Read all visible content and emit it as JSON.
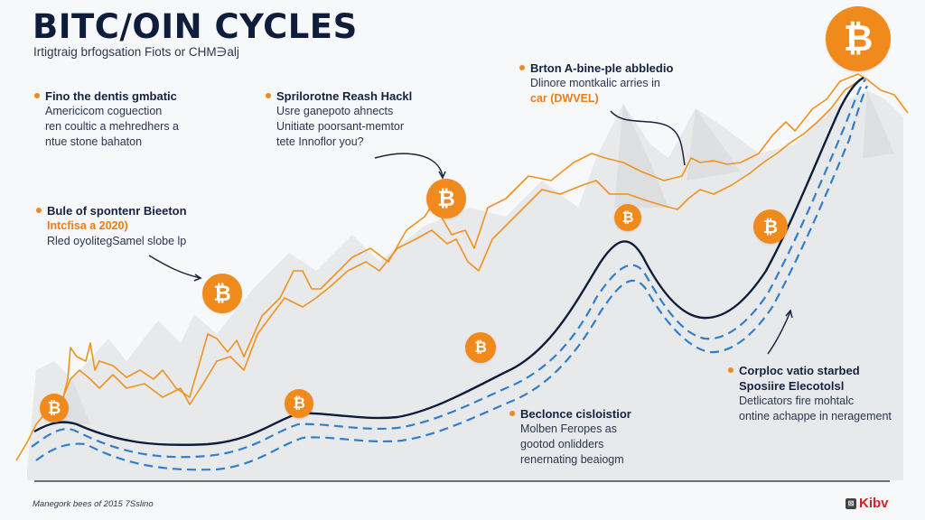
{
  "header": {
    "title": "BITC/OIN CYCLES",
    "subtitle": "Irtigtraig brfogsation Fiots or CHM∋alj"
  },
  "annotations": [
    {
      "id": "a1",
      "heading": "Fino the dentis gmbatic",
      "lines": [
        "Americicom coguection",
        "ren coultic a mehredhers a",
        "ntue stone bahaton"
      ]
    },
    {
      "id": "a2",
      "heading": "Sprilorotne Reash Hackl",
      "lines": [
        "Usre ganepoto ahnects",
        "Unitiate poorsant-memtor",
        "tete Innoflor you?"
      ]
    },
    {
      "id": "a3",
      "heading": "Brton A-bine-ple abbledio",
      "lines": [
        "Dlinore montkalic arries in"
      ],
      "highlight": "car (DWVEL)"
    },
    {
      "id": "a4",
      "heading": "Bule of spontenr Bieeton",
      "highlight": "Intcfisa a 2020)",
      "lines": [
        "Rled oyolitegSamel slobe lp"
      ]
    },
    {
      "id": "a5",
      "heading": "Beclonce cisloistior",
      "lines": [
        "Molben Feropes as",
        "gootod onlidders",
        "renernating beaiogm"
      ]
    },
    {
      "id": "a6",
      "heading": "Corploc vatio starbed",
      "heading2": "Sposiire Elecotolsl",
      "lines": [
        "Detlicators fire mohtalc",
        "ontine achappe in neragement"
      ]
    }
  ],
  "footer": {
    "note": "Manegork bees of 2015 7Sslino",
    "brand": "Kibv",
    "brand_icon": "⊠"
  },
  "icons": {
    "coin_symbol": "₿",
    "coin_names": [
      "bitcoin-coin-icon"
    ]
  },
  "colors": {
    "accent_orange": "#f08a1c",
    "navy": "#0f1d3d",
    "blue_dashed": "#2a74c0",
    "mountain_gray": "#e3e4e6",
    "background": "#f7f8fa"
  },
  "chart_data": {
    "type": "line",
    "title": "BITC/OIN CYCLES",
    "subtitle": "Irtigtraig brfogsation Fiots or CHM∋alj",
    "xlabel": "",
    "ylabel": "",
    "grid": false,
    "legend": "none",
    "x": [
      0,
      50,
      100,
      150,
      200,
      250,
      300,
      350,
      400,
      450,
      500,
      550,
      600,
      650,
      700,
      750,
      800,
      850,
      900,
      950,
      1000
    ],
    "series": [
      {
        "name": "price (orange, upper)",
        "style": "orange-jagged",
        "values": [
          10,
          22,
          30,
          40,
          38,
          50,
          60,
          55,
          62,
          68,
          72,
          78,
          82,
          85,
          80,
          82,
          88,
          86,
          95,
          100,
          92
        ]
      },
      {
        "name": "price (orange, lower)",
        "style": "orange-jagged",
        "values": [
          8,
          18,
          26,
          34,
          32,
          44,
          52,
          50,
          56,
          60,
          66,
          70,
          74,
          76,
          72,
          74,
          78,
          80,
          88,
          98,
          90
        ]
      },
      {
        "name": "cycle trend",
        "style": "navy-solid",
        "values": [
          15,
          22,
          20,
          18,
          17,
          17,
          22,
          22,
          22,
          26,
          30,
          40,
          55,
          68,
          50,
          45,
          56,
          70,
          88,
          100,
          null
        ]
      },
      {
        "name": "cycle band upper",
        "style": "blue-dashed",
        "values": [
          12,
          18,
          16,
          13,
          12,
          13,
          18,
          18,
          18,
          22,
          26,
          34,
          46,
          58,
          42,
          38,
          48,
          62,
          82,
          96,
          null
        ]
      },
      {
        "name": "cycle band lower",
        "style": "blue-dashed",
        "values": [
          9,
          14,
          12,
          9,
          8,
          9,
          14,
          14,
          14,
          18,
          22,
          30,
          40,
          52,
          38,
          34,
          44,
          58,
          78,
          92,
          null
        ]
      }
    ],
    "markers": [
      {
        "x": 60,
        "label": "bitcoin coin"
      },
      {
        "x": 244,
        "label": "bitcoin coin"
      },
      {
        "x": 330,
        "label": "bitcoin coin"
      },
      {
        "x": 494,
        "label": "bitcoin coin"
      },
      {
        "x": 530,
        "label": "bitcoin coin"
      },
      {
        "x": 695,
        "label": "bitcoin coin"
      },
      {
        "x": 853,
        "label": "bitcoin coin"
      },
      {
        "x": 950,
        "label": "bitcoin coin (peak)"
      }
    ]
  }
}
